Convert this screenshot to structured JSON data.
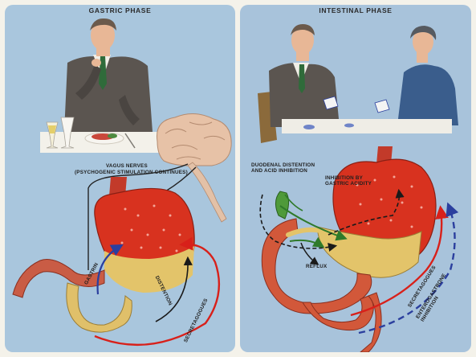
{
  "left_panel": {
    "title": "GASTRIC PHASE",
    "labels": {
      "vagus": "VAGUS NERVES",
      "vagus_sub": "(PSYCHOGENIC STIMULATION CONTINUES)",
      "gastrin": "GASTRIN",
      "distention": "DISTENTION",
      "secretagogues": "SECRETAGOGUES"
    }
  },
  "right_panel": {
    "title": "INTESTINAL PHASE",
    "labels": {
      "duodenal": "DUODENAL DISTENTION\nAND ACID INHIBITION",
      "inhibition": "INHIBITION BY\nGASTRIC ACIDITY",
      "reflux": "REFLUX",
      "secretagogues": "SECRETAGOGUES",
      "enterogastrone": "ENTEROGASTRONE\nINHIBITION"
    }
  },
  "colors": {
    "panel_bg": "#a9c6dd",
    "stomach": "#d8321f",
    "chyme": "#e3c46a",
    "intestine": "#d2583a",
    "arrow_red": "#d8201a",
    "arrow_blue": "#2b3f9e",
    "arrow_black": "#1a1a1a",
    "suit": "#5b5550"
  }
}
